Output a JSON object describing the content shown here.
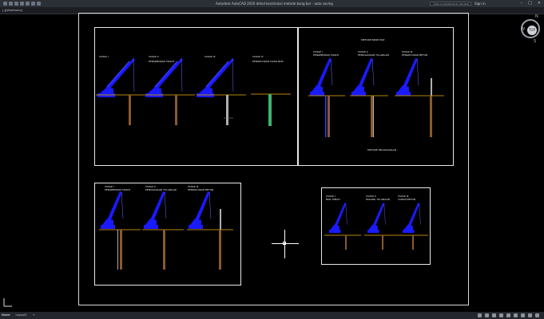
{
  "window": {
    "title": "Autodesk AutoCAD 2020   detail konstruksi metode bang bor - auto saving",
    "search_placeholder": "Type a keyword or phrase",
    "sign_in": "Sign in",
    "controls": [
      "minimize",
      "maximize",
      "close"
    ]
  },
  "document_tab": {
    "label": "[-][Wireframe]"
  },
  "viewcube": {
    "north": "N",
    "west": "W",
    "south": "S",
    "top_label": "TOP"
  },
  "layout_tabs": [
    "Model",
    "Layout1"
  ],
  "drawing": {
    "vp1": {
      "labels": [
        {
          "title": "TAHAP I",
          "sub": ""
        },
        {
          "title": "TAHAP II",
          "sub": "PENGEBORAN TANAH"
        },
        {
          "title": "TAHAP III",
          "sub": ""
        },
        {
          "title": "TAHAP IV",
          "sub": "PENGECORAN TIANG BOR"
        }
      ]
    },
    "vp2": {
      "heading": "METODE BORE PILE",
      "labels": [
        {
          "title": "TAHAP I",
          "sub": "PENGEBORAN TANAH"
        },
        {
          "title": "TAHAP II",
          "sub": "PEMASANGAN TULANGAN"
        },
        {
          "title": "TAHAP III",
          "sub": "PENGECORAN BETON"
        }
      ],
      "footer": "METODE PELAKSANAAN"
    },
    "vp3": {
      "labels": [
        {
          "title": "TAHAP I",
          "sub": "PENGEBORAN TANAH"
        },
        {
          "title": "TAHAP II",
          "sub": "PEMASANGAN TULANGAN"
        },
        {
          "title": "TAHAP III",
          "sub": "PENGECORAN BETON"
        }
      ]
    },
    "vp4": {
      "labels": [
        {
          "title": "TAHAP I",
          "sub": "BOR TANAH"
        },
        {
          "title": "TAHAP II",
          "sub": "PASANG TULANGAN"
        },
        {
          "title": "TAHAP III",
          "sub": "CORAN BETON"
        }
      ]
    }
  },
  "colors": {
    "background": "#000000",
    "crane": "#1a1aff",
    "soil": "#b8860b",
    "pile": "#8b5a2b",
    "casing": "#b0b0b0",
    "concrete": "#3cb371",
    "frame": "#e8e8e8"
  },
  "ucs_icon": "ucs-icon"
}
